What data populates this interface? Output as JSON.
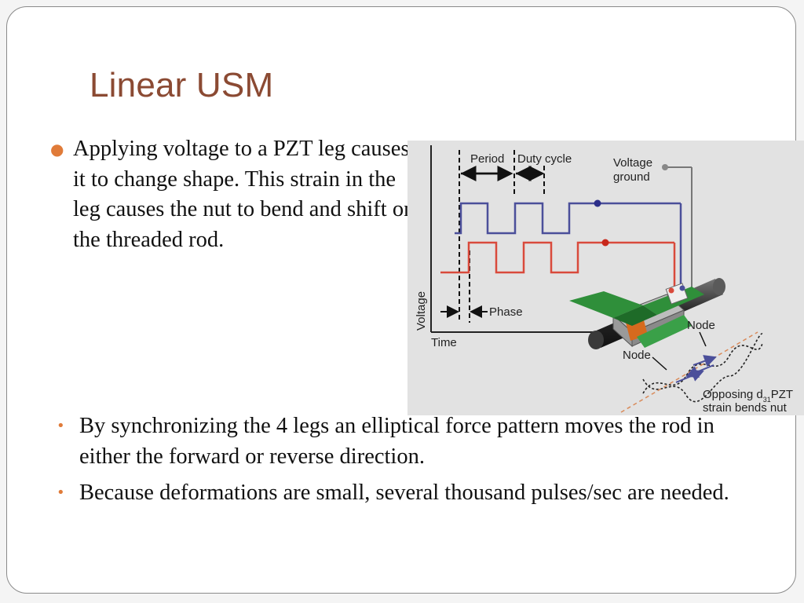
{
  "slide": {
    "title": "Linear USM",
    "bullets": [
      "Applying voltage to a PZT leg causes it to change shape.  This strain in the leg causes the nut to bend and shift on the threaded rod.",
      "By synchronizing the 4 legs an elliptical force pattern moves the rod in either the forward or reverse direction.",
      "Because deformations are small, several thousand pulses/sec are needed."
    ]
  },
  "diagram": {
    "labels": {
      "period": "Period",
      "duty_cycle": "Duty cycle",
      "voltage_ground_line1": "Voltage",
      "voltage_ground_line2": "ground",
      "phase": "Phase",
      "voltage_axis": "Voltage",
      "time_axis": "Time",
      "node_upper": "Node",
      "node_lower": "Node",
      "strain_line1_prefix": "Opposing d",
      "strain_line1_sub": "31",
      "strain_line1_suffix": "PZT",
      "strain_line2": "strain bends nut"
    },
    "colors": {
      "blue_signal": "#4b4f9a",
      "red_signal": "#d94a3c",
      "pzt_green": "#2f8f3a",
      "bullet": "#e07b39",
      "title": "#8b4a33"
    }
  }
}
